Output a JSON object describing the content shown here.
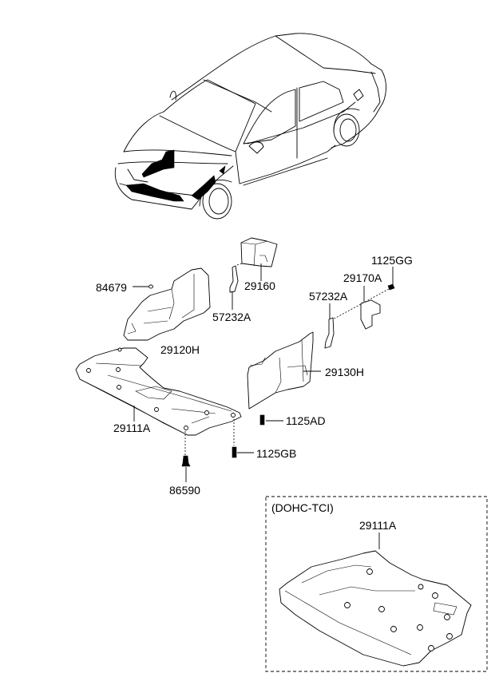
{
  "diagram": {
    "title": "Under cover parts diagram",
    "callouts": {
      "c84679": "84679",
      "c29160": "29160",
      "c57232A_left": "57232A",
      "c29120H": "29120H",
      "c1125GG": "1125GG",
      "c29170A": "29170A",
      "c57232A_right": "57232A",
      "c29130H": "29130H",
      "c29111A": "29111A",
      "c1125AD": "1125AD",
      "c1125GB": "1125GB",
      "c86590": "86590"
    },
    "variant_box": {
      "title": "(DOHC-TCI)",
      "callout": "29111A"
    }
  }
}
